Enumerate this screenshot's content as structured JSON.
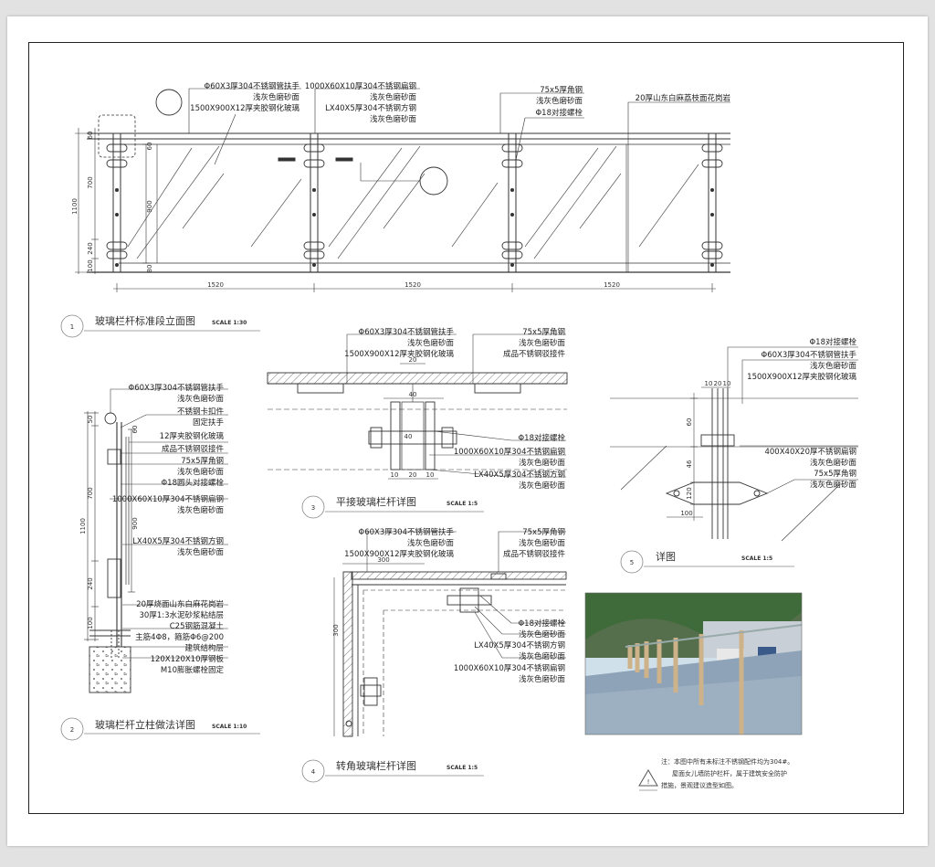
{
  "elevation": {
    "labels": {
      "handrail": "Φ60X3厚304不锈钢管扶手",
      "handrail_finish": "浅灰色磨砂面",
      "glass": "1500X900X12厚夹胶钢化玻璃",
      "flatbar": "1000X60X10厚304不锈钢扁钢",
      "flatbar_finish": "浅灰色磨砂面",
      "square": "LX40X5厚304不锈钢方钢",
      "square_finish": "浅灰色磨砂面",
      "angle": "75x5厚角钢",
      "angle_finish": "浅灰色磨砂面",
      "bolt": "Φ18对接螺栓",
      "granite": "20厚山东白麻荔枝面花岗岩"
    },
    "dims": {
      "h_total": "1100",
      "h_top": "60",
      "h_glass": "700",
      "h_low": "240",
      "h_base": "100",
      "glass_h": "900",
      "top_gap": "60",
      "bot_gap": "80",
      "span1": "1520",
      "span2": "1520",
      "span3": "1520"
    },
    "title": {
      "num": "1",
      "text": "玻璃栏杆标准段立面图",
      "scale": "SCALE 1:30"
    }
  },
  "post_detail": {
    "labels": [
      "Φ60X3厚304不锈钢管扶手",
      "浅灰色磨砂面",
      "不锈钢卡扣件",
      "固定扶手",
      "12厚夹胶钢化玻璃",
      "成品不锈钢驳接件",
      "75x5厚角钢",
      "浅灰色磨砂面",
      "Φ18圆头对接螺栓",
      "1000X60X10厚304不锈钢扁钢",
      "浅灰色磨砂面",
      "LX40X5厚304不锈钢方钢",
      "浅灰色磨砂面",
      "20厚烧面山东白麻花岗岩",
      "30厚1:3水泥砂浆粘结层",
      "C25钢筋混凝土",
      "主筋4Φ8，箍筋Φ6@200",
      "建筑结构层",
      "120X120X10厚钢板",
      "M10膨胀螺栓固定"
    ],
    "dims": {
      "d50": "50",
      "d60": "60",
      "d700": "700",
      "d1100": "1100",
      "d900": "900",
      "d240": "240",
      "d100": "100"
    },
    "title": {
      "num": "2",
      "text": "玻璃栏杆立柱做法详图",
      "scale": "SCALE 1:10"
    }
  },
  "flat_detail": {
    "labels_top": [
      "Φ60X3厚304不锈钢管扶手",
      "浅灰色磨砂面",
      "1500X900X12厚夹胶钢化玻璃"
    ],
    "labels_top_right": [
      "75x5厚角钢",
      "浅灰色磨砂面",
      "成品不锈钢驳接件"
    ],
    "labels_right": [
      "Φ18对接螺栓",
      "1000X60X10厚304不锈钢扁钢",
      "浅灰色磨砂面",
      "LX40X5厚304不锈钢方钢",
      "浅灰色磨砂面"
    ],
    "dims": {
      "d20": "20",
      "d40": "40",
      "d40b": "40",
      "d10a": "10",
      "d20b": "20",
      "d10b": "10"
    },
    "title": {
      "num": "3",
      "text": "平接玻璃栏杆详图",
      "scale": "SCALE 1:5"
    }
  },
  "corner_detail": {
    "labels_top": [
      "Φ60X3厚304不锈钢管扶手",
      "浅灰色磨砂面",
      "1500X900X12厚夹胶钢化玻璃"
    ],
    "labels_top_right": [
      "75x5厚角钢",
      "浅灰色磨砂面",
      "成品不锈钢驳接件"
    ],
    "labels_right": [
      "Φ18对接螺栓",
      "浅灰色磨砂面",
      "LX40X5厚304不锈钢方钢",
      "浅灰色磨砂面",
      "1000X60X10厚304不锈钢扁钢",
      "浅灰色磨砂面"
    ],
    "dims": {
      "d300": "300",
      "d300v": "300"
    },
    "title": {
      "num": "4",
      "text": "转角玻璃栏杆详图",
      "scale": "SCALE 1:5"
    }
  },
  "detail5": {
    "labels": [
      "Φ18对接螺栓",
      "Φ60X3厚304不锈钢管扶手",
      "浅灰色磨砂面",
      "1500X900X12厚夹胶钢化玻璃",
      "400X40X20厚不锈钢扁钢",
      "浅灰色磨砂面",
      "75x5厚角钢",
      "浅灰色磨砂面"
    ],
    "dims": {
      "d10": "10",
      "d20": "20",
      "d10b": "10",
      "d60": "60",
      "d46": "46",
      "d120": "120",
      "d100": "100"
    },
    "title": {
      "num": "5",
      "text": "详图",
      "scale": "SCALE 1:5"
    }
  },
  "note": {
    "line1": "注：本图中所有未标注不锈钢配件均为304#。",
    "line2": "屋面女儿墙防护栏杆，属于建筑安全防护",
    "line3": "措施，景观建议造型如图。"
  },
  "colors": {
    "line": "#333333",
    "glass_hatch": "#555555",
    "photo_sky": "#cfe0ea",
    "photo_tree": "#3f6b3a",
    "photo_ground": "#8ea3b8"
  }
}
